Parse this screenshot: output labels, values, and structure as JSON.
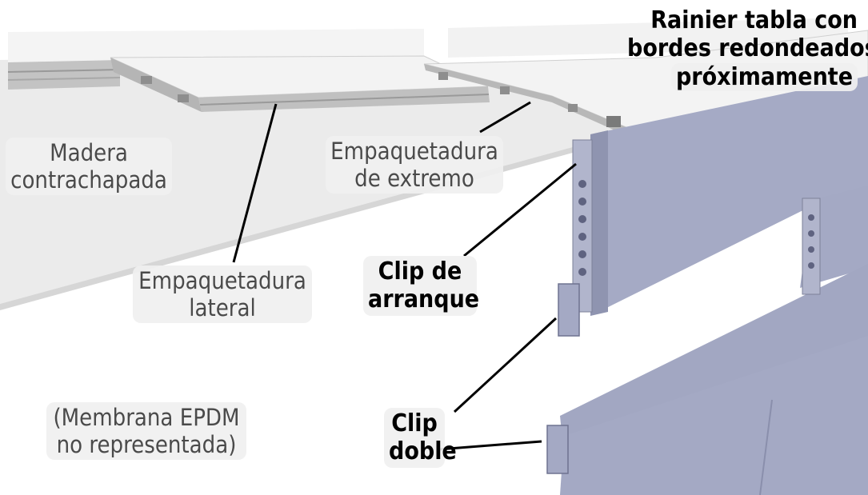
{
  "labels": {
    "plywood": {
      "line1": "Madera",
      "line2": "contrachapada"
    },
    "side_gasket": {
      "line1": "Empaquetadura",
      "line2": "lateral"
    },
    "end_gasket": {
      "line1": "Empaquetadura",
      "line2": "de extremo"
    },
    "start_clip": {
      "line1": "Clip de",
      "line2": "arranque"
    },
    "double_clip": {
      "line1": "Clip",
      "line2": "doble"
    },
    "membrane": {
      "line1": "(Membrana EPDM",
      "line2": "no representada)"
    },
    "rainier": {
      "line1": "Rainier tabla con",
      "line2": "bordes redondeados,",
      "line3": "próximamente"
    }
  },
  "colors": {
    "panel": "#a4a9c4",
    "panel_dark": "#8a8fac",
    "plywood": "#ebebeb",
    "board_top": "#f3f3f3",
    "gasket": "#b9b9b9",
    "label_bg": "#efefef",
    "label_text_gray": "#4a4a4a",
    "label_text_dark": "#000000",
    "leader_line": "#000000"
  }
}
